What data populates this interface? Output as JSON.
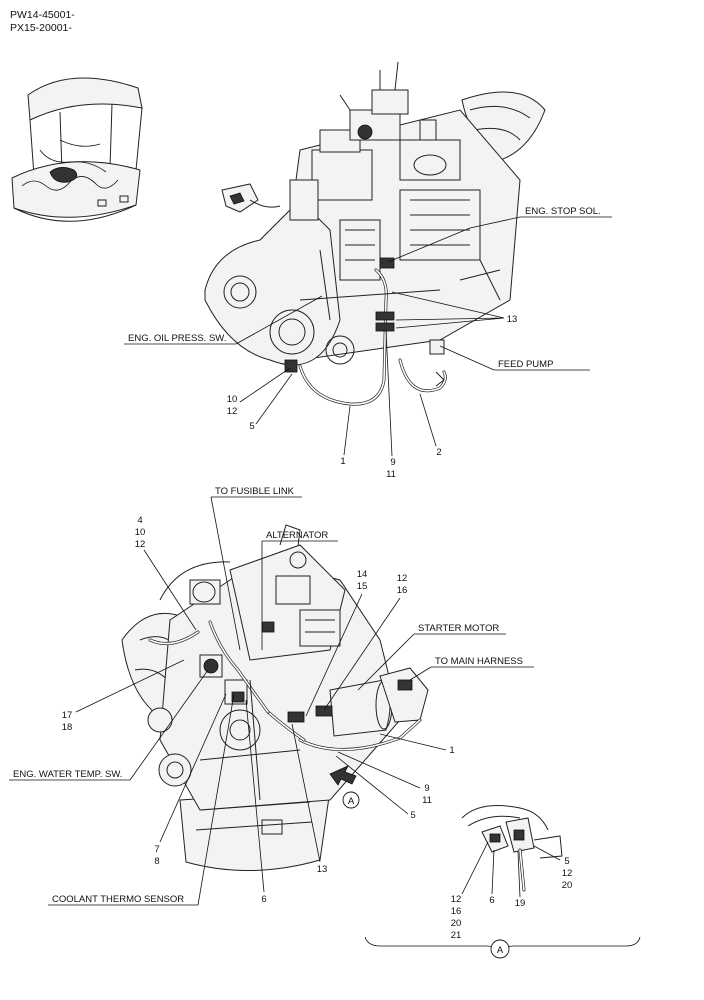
{
  "header": {
    "code_line_1": "PW14-45001-",
    "code_line_2": "PX15-20001-"
  },
  "top_view": {
    "labels": {
      "eng_stop_sol": "ENG. STOP SOL.",
      "eng_oil_press_sw": "ENG. OIL PRESS. SW.",
      "feed_pump": "FEED PUMP"
    },
    "callouts": {
      "c13": "13",
      "c10": "10",
      "c12": "12",
      "c5": "5",
      "c1": "1",
      "c9": "9",
      "c11": "11",
      "c2": "2"
    }
  },
  "bottom_view": {
    "labels": {
      "to_fusible_link": "TO FUSIBLE LINK",
      "alternator": "ALTERNATOR",
      "starter_motor": "STARTER MOTOR",
      "to_main_harness": "TO MAIN HARNESS",
      "eng_water_temp_sw": "ENG. WATER TEMP. SW.",
      "coolant_thermo_sensor": "COOLANT THERMO SENSOR",
      "view_marker": "A"
    },
    "callouts": {
      "c4": "4",
      "c10": "10",
      "c12a": "12",
      "c14": "14",
      "c15": "15",
      "c12b": "12",
      "c16": "16",
      "c17": "17",
      "c18": "18",
      "c1": "1",
      "c9": "9",
      "c11": "11",
      "c5": "5",
      "c7": "7",
      "c8": "8",
      "c13": "13",
      "c6": "6"
    }
  },
  "detail_view": {
    "marker": "A",
    "callouts": {
      "c5": "5",
      "c12a": "12",
      "c20a": "20",
      "c6": "6",
      "c19": "19",
      "c12b": "12",
      "c16": "16",
      "c20b": "20",
      "c21": "21"
    }
  }
}
